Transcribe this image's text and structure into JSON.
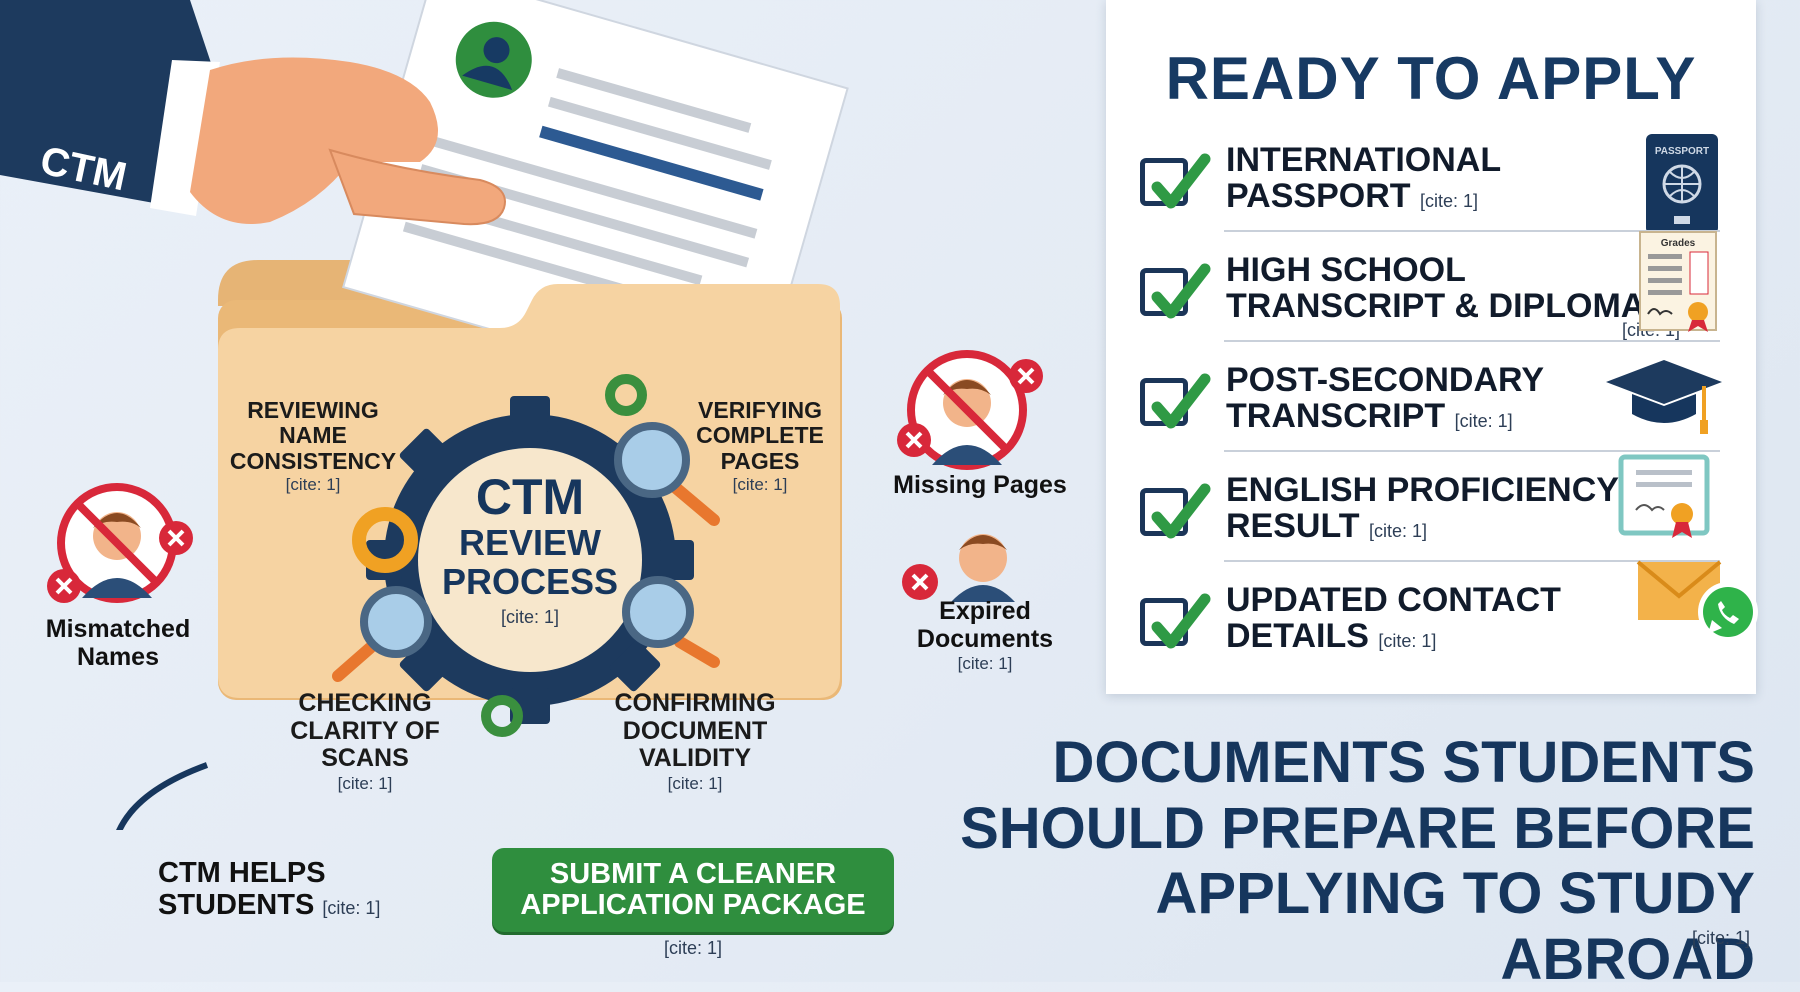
{
  "brand": "CTM",
  "checklist": {
    "title": "READY TO APPLY",
    "items": [
      {
        "label_lines": [
          "INTERNATIONAL",
          "PASSPORT"
        ],
        "cite": "[cite: 1]",
        "icon": "passport-icon",
        "icon_text": "PASSPORT"
      },
      {
        "label_lines": [
          "HIGH SCHOOL",
          "TRANSCRIPT & DIPLOMA"
        ],
        "cite": "[cite: 1]",
        "icon": "transcript-icon",
        "icon_text": "Grades"
      },
      {
        "label_lines": [
          "POST-SECONDARY",
          "TRANSCRIPT"
        ],
        "cite": "[cite: 1]",
        "icon": "graduation-cap-icon"
      },
      {
        "label_lines": [
          "ENGLISH PROFICIENCY",
          "RESULT"
        ],
        "cite": "[cite: 1]",
        "icon": "certificate-icon"
      },
      {
        "label_lines": [
          "UPDATED CONTACT",
          "DETAILS"
        ],
        "cite": "[cite: 1]",
        "icon": "envelope-whatsapp-icon"
      }
    ]
  },
  "review": {
    "center_lines": [
      "CTM",
      "REVIEW",
      "PROCESS"
    ],
    "center_cite": "[cite: 1]",
    "steps": [
      {
        "lines": [
          "REVIEWING",
          "NAME",
          "CONSISTENCY"
        ],
        "cite": "[cite: 1]"
      },
      {
        "lines": [
          "VERIFYING",
          "COMPLETE",
          "PAGES"
        ],
        "cite": "[cite: 1]"
      },
      {
        "lines": [
          "CHECKING",
          "CLARITY OF",
          "SCANS"
        ],
        "cite": "[cite: 1]"
      },
      {
        "lines": [
          "CONFIRMING",
          "DOCUMENT",
          "VALIDITY"
        ],
        "cite": "[cite: 1]"
      }
    ]
  },
  "issues": [
    {
      "lines": [
        "Mismatched",
        "Names"
      ],
      "cite": ""
    },
    {
      "lines": [
        "Missing Pages"
      ],
      "cite": ""
    },
    {
      "lines": [
        "Expired",
        "Documents"
      ],
      "cite": "[cite: 1]"
    }
  ],
  "flow": {
    "helps_lines": [
      "CTM HELPS",
      "STUDENTS"
    ],
    "helps_cite": "[cite: 1]",
    "button_lines": [
      "SUBMIT A CLEANER",
      "APPLICATION PACKAGE"
    ],
    "button_cite": "[cite: 1]"
  },
  "heading": {
    "lines": [
      "DOCUMENTS STUDENTS",
      "SHOULD PREPARE BEFORE",
      "APPLYING TO STUDY ABROAD"
    ],
    "cite": "[cite: 1]"
  },
  "colors": {
    "navy": "#173a63",
    "green": "#2f8e3e",
    "folder": "#f6d3a2",
    "red": "#d8283a",
    "gear": "#1d3a5e"
  }
}
